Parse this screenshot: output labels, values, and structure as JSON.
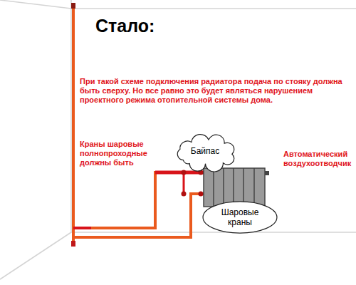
{
  "diagram": {
    "title": "Стало:",
    "nodes": [
      {
        "text": [
          "Байпас"
        ]
      },
      {
        "text": [
          "Шаровые краны"
        ]
      }
    ],
    "labels": [
      "При такой схеме подключения радиатора подача по стояку должна быть сверху. Но все равно это будет являться нарушением проектного режима отопительной системы дома.",
      "Краны шаровые полнопроходные должны быть",
      "Автоматический воздухоотводчик"
    ]
  }
}
